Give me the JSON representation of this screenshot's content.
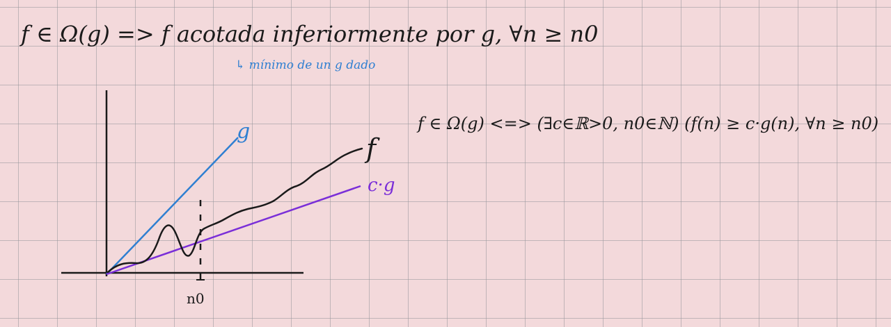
{
  "note": {
    "definition": "f ∈ Ω(g) => f acotada inferiormente por g, ∀n ≥ n0",
    "annotation": "↳ mínimo de un g dado",
    "formal": "f ∈ Ω(g) <=> (∃c∈ℝ>0, n0∈ℕ) (f(n) ≥ c·g(n), ∀n ≥ n0)"
  },
  "graph": {
    "curve_labels": {
      "g": "g",
      "f": "f",
      "cg": "c·g"
    },
    "axis_tick_label": "n0"
  },
  "colors": {
    "background": "#f3d9db",
    "grid": "#96969b",
    "ink": "#1a1a1a",
    "g_curve": "#2f7fd1",
    "cg_curve": "#7a2ed8"
  }
}
